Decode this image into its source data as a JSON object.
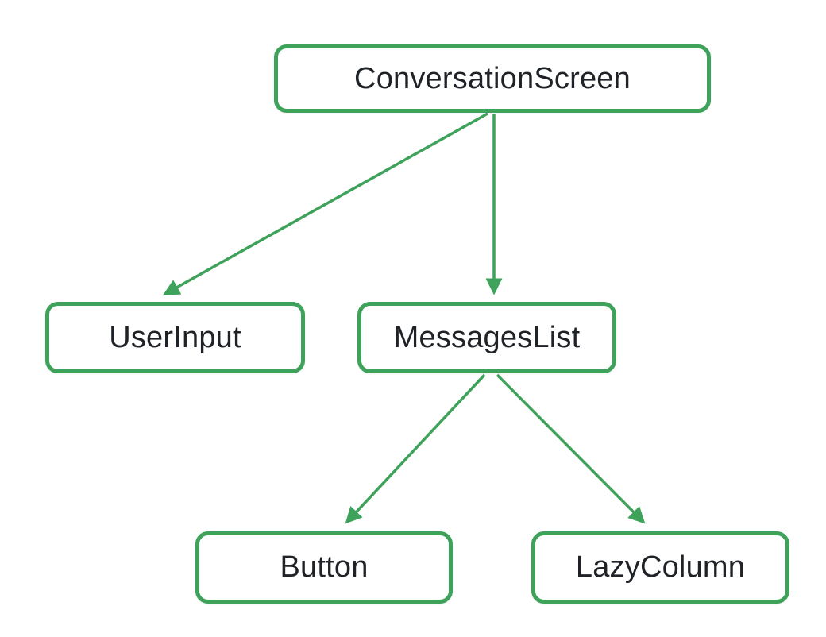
{
  "diagram": {
    "type": "tree",
    "description": "UI component hierarchy tree",
    "nodes": [
      {
        "id": "conversation-screen",
        "label": "ConversationScreen"
      },
      {
        "id": "user-input",
        "label": "UserInput"
      },
      {
        "id": "messages-list",
        "label": "MessagesList"
      },
      {
        "id": "button",
        "label": "Button"
      },
      {
        "id": "lazy-column",
        "label": "LazyColumn"
      }
    ],
    "edges": [
      {
        "from": "ConversationScreen",
        "to": "UserInput"
      },
      {
        "from": "ConversationScreen",
        "to": "MessagesList"
      },
      {
        "from": "MessagesList",
        "to": "Button"
      },
      {
        "from": "MessagesList",
        "to": "LazyColumn"
      }
    ],
    "colors": {
      "node_border": "#3fa25b",
      "arrow": "#3fa25b",
      "text": "#1f2328",
      "background": "#ffffff"
    }
  }
}
